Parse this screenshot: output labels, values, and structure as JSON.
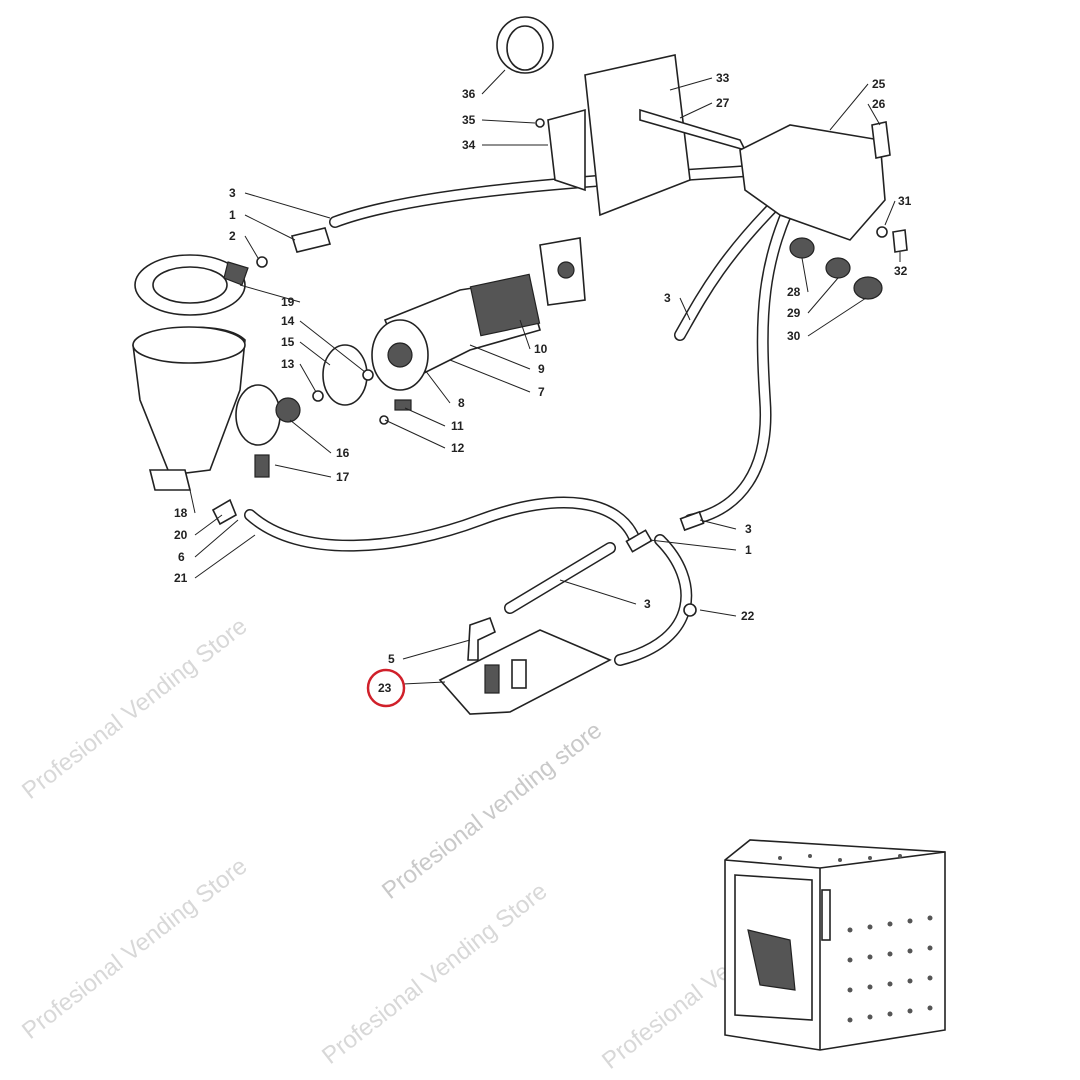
{
  "watermark": {
    "text": "Profesional Vending Store",
    "center_text": "Profesional vending store"
  },
  "highlight_color": "#d0202a",
  "highlighted_part": "23",
  "labels": [
    {
      "id": "l36",
      "text": "36"
    },
    {
      "id": "l35",
      "text": "35"
    },
    {
      "id": "l34",
      "text": "34"
    },
    {
      "id": "l33",
      "text": "33"
    },
    {
      "id": "l27",
      "text": "27"
    },
    {
      "id": "l25",
      "text": "25"
    },
    {
      "id": "l26",
      "text": "26"
    },
    {
      "id": "l3a",
      "text": "3"
    },
    {
      "id": "l1a",
      "text": "1"
    },
    {
      "id": "l2",
      "text": "2"
    },
    {
      "id": "l19",
      "text": "19"
    },
    {
      "id": "l14",
      "text": "14"
    },
    {
      "id": "l15",
      "text": "15"
    },
    {
      "id": "l13",
      "text": "13"
    },
    {
      "id": "l31",
      "text": "31"
    },
    {
      "id": "l32",
      "text": "32"
    },
    {
      "id": "l3b",
      "text": "3"
    },
    {
      "id": "l28",
      "text": "28"
    },
    {
      "id": "l29",
      "text": "29"
    },
    {
      "id": "l30",
      "text": "30"
    },
    {
      "id": "l10",
      "text": "10"
    },
    {
      "id": "l9",
      "text": "9"
    },
    {
      "id": "l7",
      "text": "7"
    },
    {
      "id": "l8",
      "text": "8"
    },
    {
      "id": "l11",
      "text": "11"
    },
    {
      "id": "l12",
      "text": "12"
    },
    {
      "id": "l16",
      "text": "16"
    },
    {
      "id": "l17",
      "text": "17"
    },
    {
      "id": "l18",
      "text": "18"
    },
    {
      "id": "l20",
      "text": "20"
    },
    {
      "id": "l6",
      "text": "6"
    },
    {
      "id": "l21",
      "text": "21"
    },
    {
      "id": "l3c",
      "text": "3"
    },
    {
      "id": "l1b",
      "text": "1"
    },
    {
      "id": "l3d",
      "text": "3"
    },
    {
      "id": "l22",
      "text": "22"
    },
    {
      "id": "l5",
      "text": "5"
    },
    {
      "id": "l23",
      "text": "23"
    }
  ]
}
